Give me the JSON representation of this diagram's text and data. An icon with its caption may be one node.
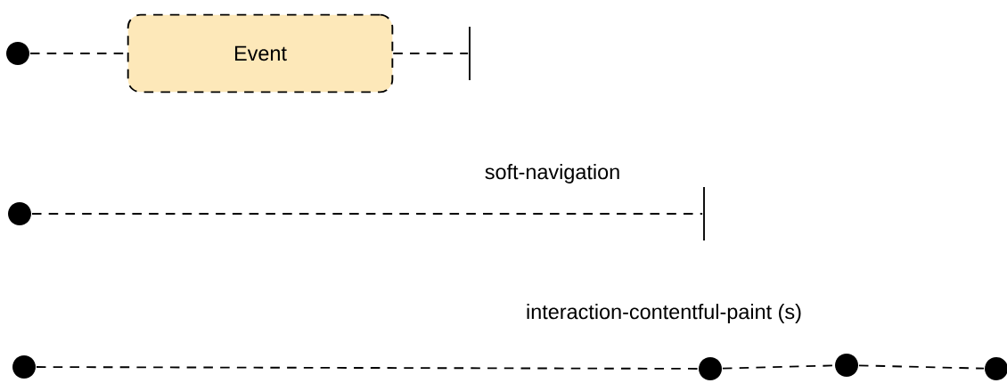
{
  "diagram": {
    "nodes": [
      {
        "text": [],
        "shape": "circle"
      },
      {
        "text": [
          "Event"
        ]
      },
      {
        "text": [],
        "shape": "bar"
      },
      {
        "text": [],
        "shape": "circle"
      },
      {
        "text": [],
        "shape": "bar"
      },
      {
        "text": [],
        "shape": "circle"
      },
      {
        "text": [],
        "shape": "circle"
      },
      {
        "text": [],
        "shape": "circle"
      },
      {
        "text": [],
        "shape": "circle"
      }
    ],
    "edges": [
      {
        "from": 0,
        "to": 1,
        "arrow": "none",
        "style": "dashed"
      },
      {
        "from": 1,
        "to": 2,
        "arrow": "none",
        "style": "dashed"
      },
      {
        "from": 3,
        "to": 4,
        "arrow": "none",
        "style": "dashed"
      },
      {
        "from": 5,
        "to": 6,
        "arrow": "none",
        "style": "dashed"
      },
      {
        "from": 6,
        "to": 7,
        "arrow": "none",
        "style": "dashed"
      },
      {
        "from": 7,
        "to": 8,
        "arrow": "none",
        "style": "dashed"
      }
    ],
    "labels": [
      "soft-navigation",
      "interaction-contentful-paint (s)"
    ]
  }
}
